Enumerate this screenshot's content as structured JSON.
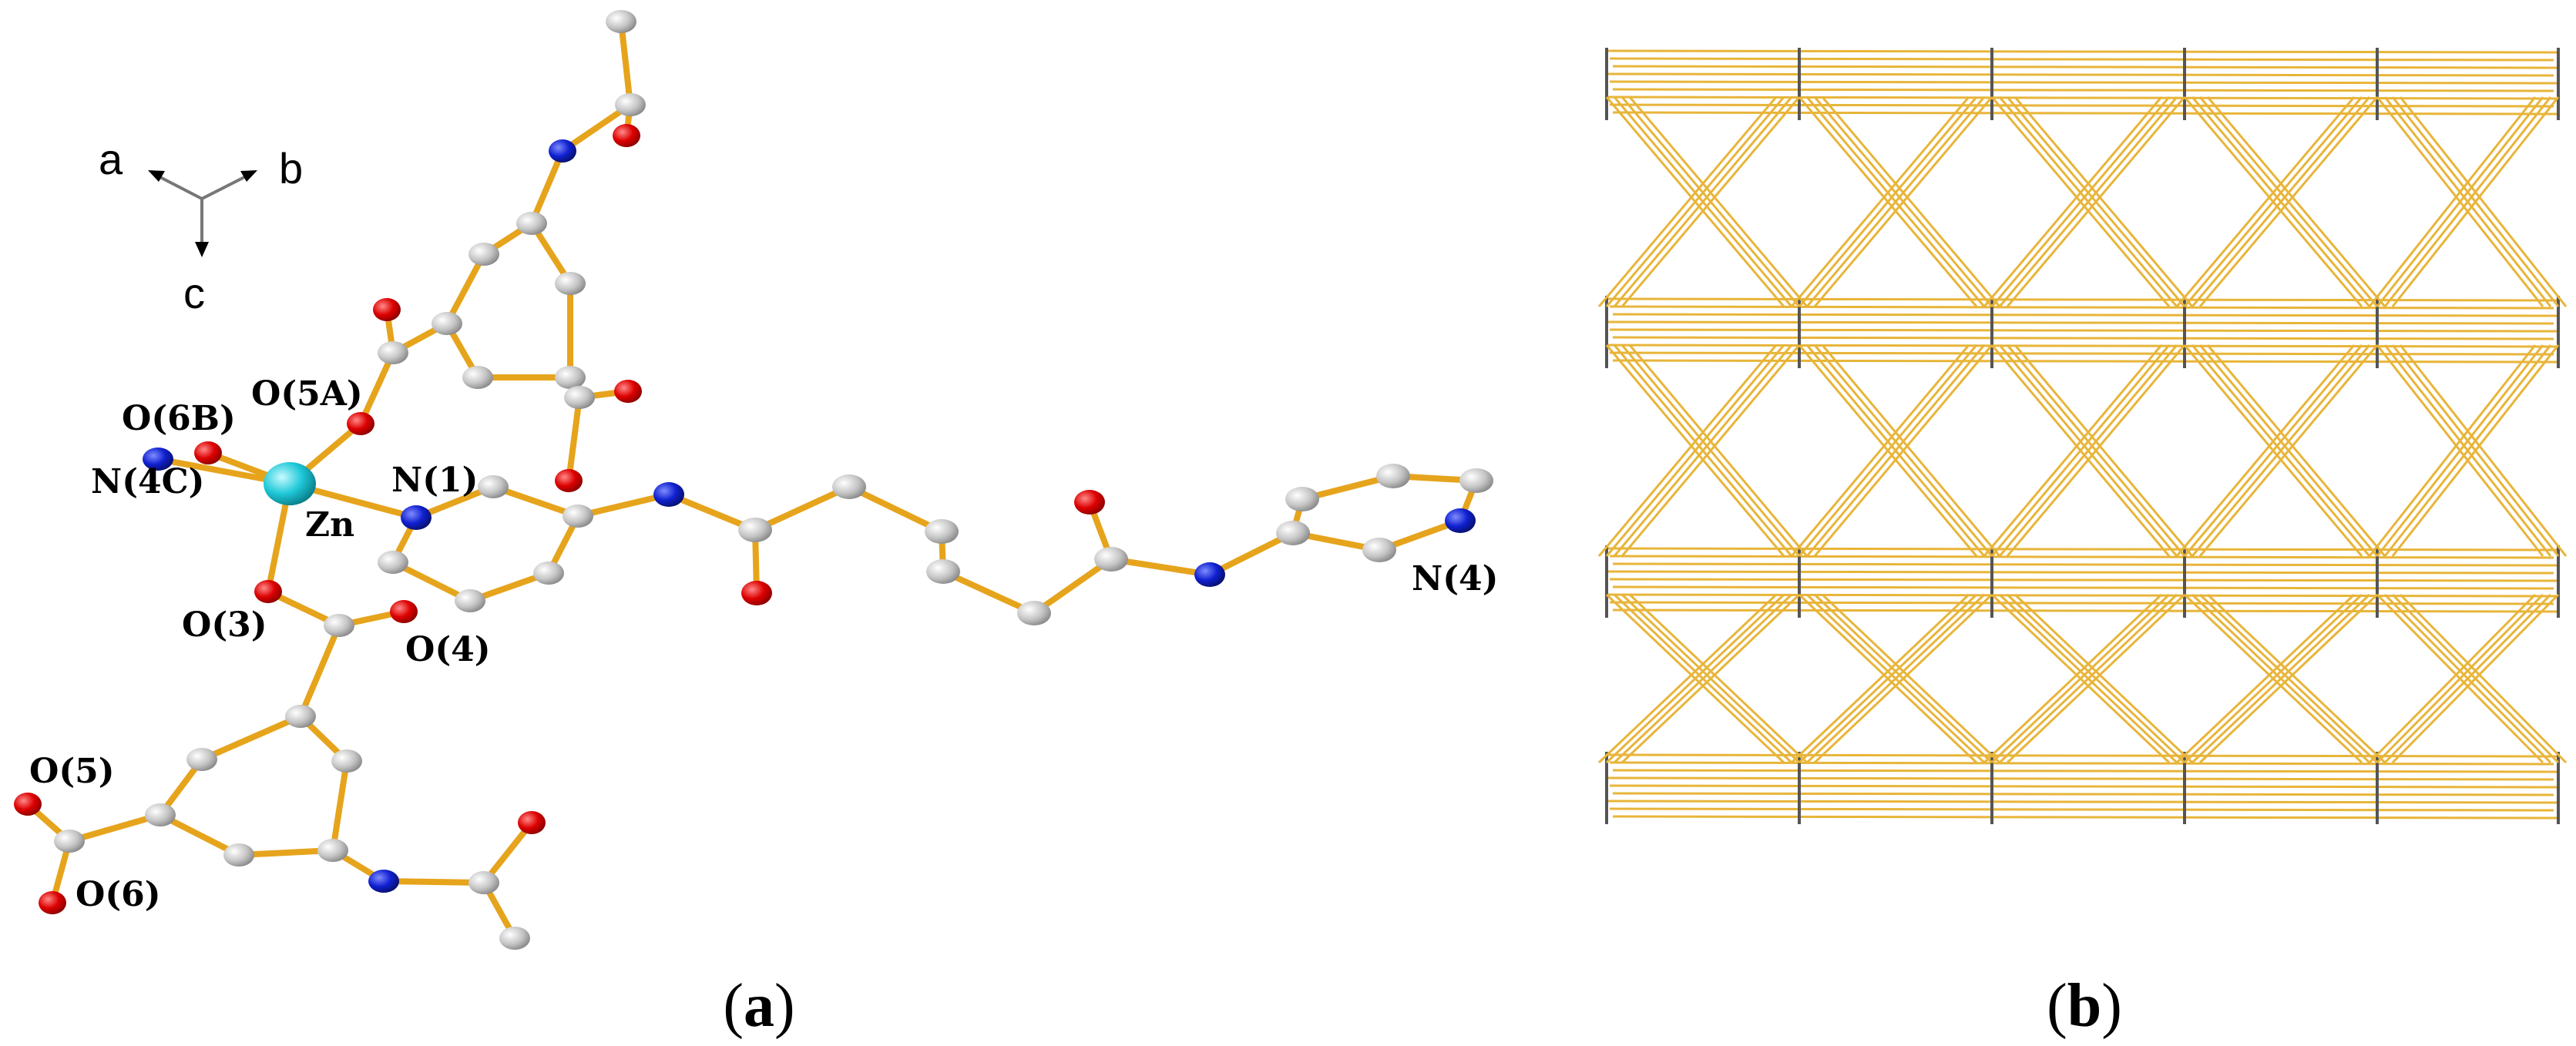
{
  "colors": {
    "bond": "#e6a41c",
    "carbon": "#b9b9b9",
    "nitrogen": "#1020d0",
    "oxygen": "#dd0000",
    "zinc": "#1ec8d8",
    "framework": "#e8b53a",
    "framework_dark": "#555555",
    "axes": "#777777"
  },
  "axes": {
    "a": "a",
    "b": "b",
    "c": "c"
  },
  "atom_labels": {
    "O6B": "O(6B)",
    "O5A": "O(5A)",
    "N4C": "N(4C)",
    "N1": "N(1)",
    "Zn": "Zn",
    "O3": "O(3)",
    "O4": "O(4)",
    "N4": "N(4)",
    "O5": "O(5)",
    "O6": "O(6)"
  },
  "captions": {
    "a_open": "(",
    "a_letter": "a",
    "a_close": ")",
    "b_open": "(",
    "b_letter": "b",
    "b_close": ")"
  }
}
